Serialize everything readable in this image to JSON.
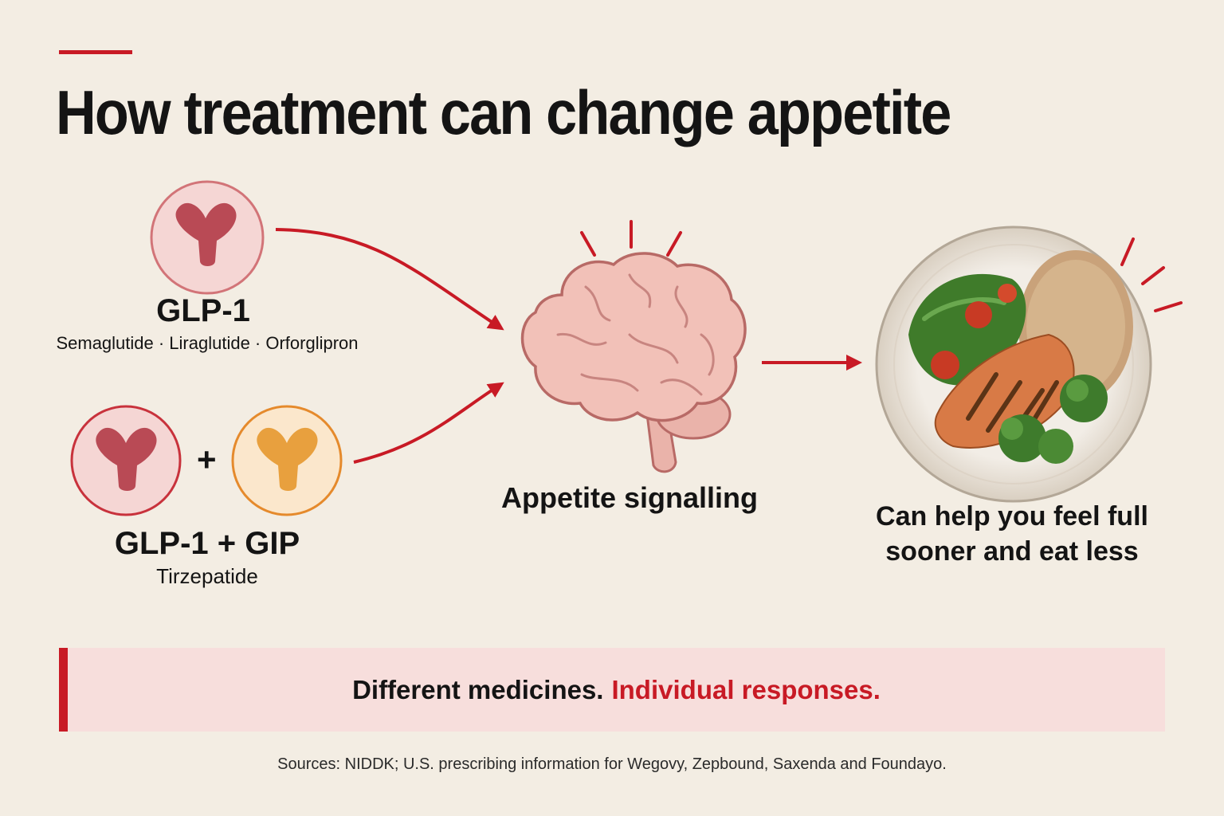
{
  "title": "How treatment can change appetite",
  "glp1": {
    "title": "GLP-1",
    "drugs": "Semaglutide · Liraglutide · Orforglipron"
  },
  "combo": {
    "plus": "+",
    "title": "GLP-1 + GIP",
    "drugs": "Tirzepatide"
  },
  "brain": {
    "label": "Appetite signalling"
  },
  "result": {
    "label": "Can help you feel full sooner and eat less"
  },
  "banner": {
    "part1": "Different medicines.",
    "part2": "Individual responses."
  },
  "sources": "Sources: NIDDK; U.S. prescribing information for Wegovy, Zepbound, Saxenda and Foundayo.",
  "colors": {
    "accent": "#c81a25",
    "glp1_receptor": "#b94a55",
    "gip_receptor": "#e58a2c",
    "background": "#f3ede3",
    "banner_bg": "#f7dedc"
  },
  "icons": [
    "glp1-receptor-icon",
    "gip-receptor-icon",
    "brain-icon",
    "food-plate-icon"
  ]
}
